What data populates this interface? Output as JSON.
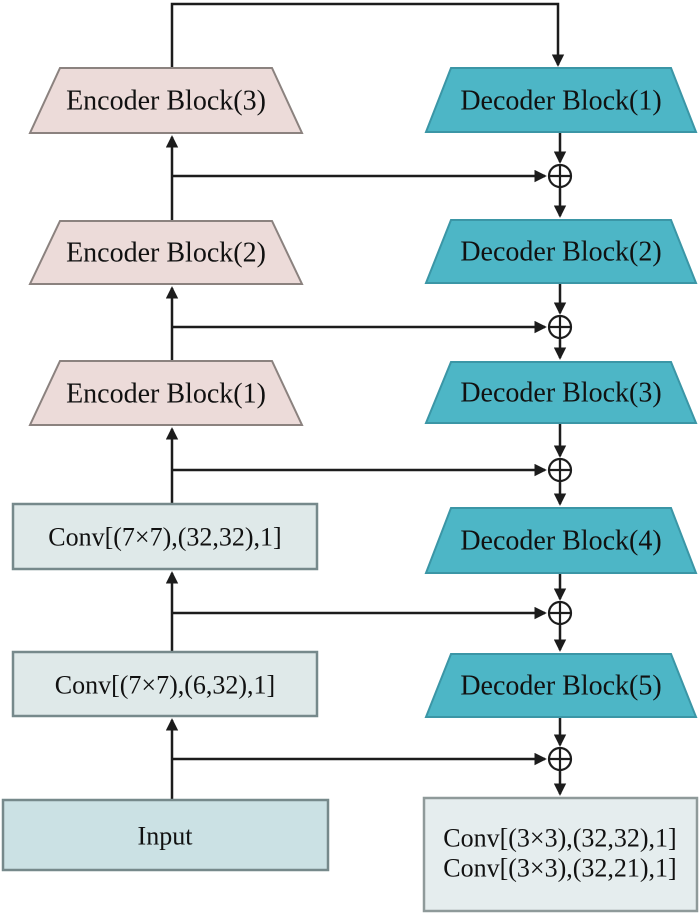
{
  "diagram": {
    "description": "Encoder-decoder convolutional network architecture with skip connections",
    "input_block": {
      "label": "Input"
    },
    "conv_blocks": [
      {
        "label": "Conv[(7×7),(6,32),1]"
      },
      {
        "label": "Conv[(7×7),(32,32),1]"
      }
    ],
    "encoder_blocks": [
      {
        "label": "Encoder Block(1)"
      },
      {
        "label": "Encoder Block(2)"
      },
      {
        "label": "Encoder Block(3)"
      }
    ],
    "decoder_blocks": [
      {
        "label": "Decoder Block(1)"
      },
      {
        "label": "Decoder Block(2)"
      },
      {
        "label": "Decoder Block(3)"
      },
      {
        "label": "Decoder Block(4)"
      },
      {
        "label": "Decoder Block(5)"
      }
    ],
    "output_block": {
      "line1": "Conv[(3×3),(32,32),1]",
      "line2": "Conv[(3×3),(32,21),1]"
    },
    "merge_operator_symbol": "⊕",
    "skip_connection_count": 5,
    "colors": {
      "encoder_fill": "#ecdbd9",
      "encoder_border": "#8b827f",
      "decoder_fill": "#4db6c6",
      "decoder_border": "#3b96a6",
      "conv_fill": "#dfe9e9",
      "conv_border": "#76898b",
      "input_fill": "#cbe1e4",
      "input_border": "#76898b",
      "output_fill": "#e5edee",
      "output_border": "#8f9a9a",
      "line_color": "#1c1c1c",
      "text_color": "#111111"
    }
  }
}
